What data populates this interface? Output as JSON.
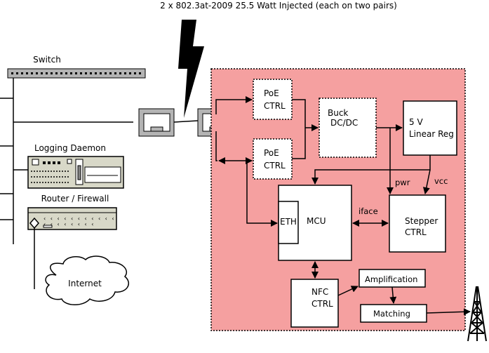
{
  "title": "2 x 802.3at-2009 25.5 Watt Injected (each on two pairs)",
  "network": {
    "switch": "Switch",
    "logging": "Logging Daemon",
    "router": "Router / Firewall",
    "internet": "Internet"
  },
  "blocks": {
    "poe1": [
      "PoE",
      "CTRL"
    ],
    "poe2": [
      "PoE",
      "CTRL"
    ],
    "buck": [
      "Buck",
      "DC/DC"
    ],
    "reg": [
      "5 V",
      "Linear Reg"
    ],
    "mcu": "MCU",
    "eth": "ETH",
    "stepper": [
      "Stepper",
      "CTRL"
    ],
    "nfc": [
      "NFC",
      "CTRL"
    ],
    "amp": "Amplification",
    "match": "Matching"
  },
  "signals": {
    "pwr": "pwr",
    "vcc": "vcc",
    "iface": "iface"
  },
  "colors": {
    "board": "#f5a0a0",
    "stroke": "#000000",
    "device": "#d8d8c8",
    "jack": "#b4b4b4"
  }
}
